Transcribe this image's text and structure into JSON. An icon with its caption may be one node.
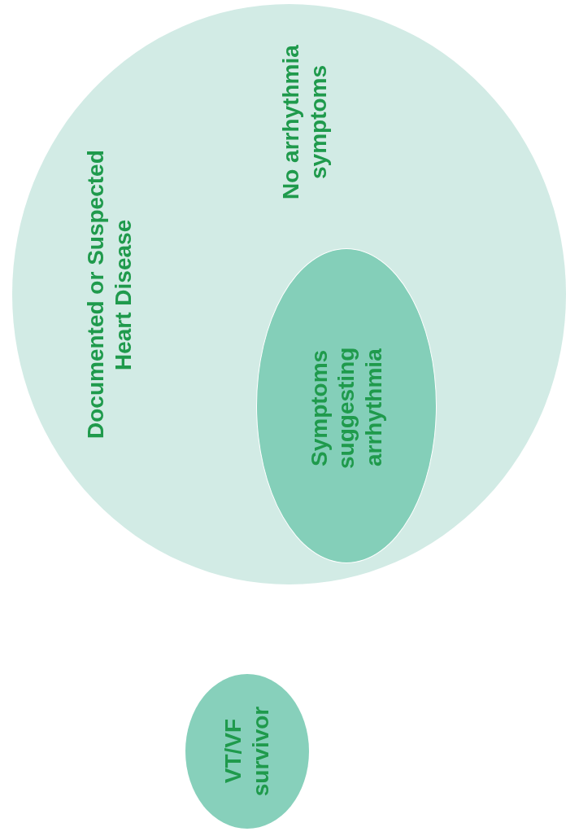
{
  "diagram": {
    "nodes": [
      {
        "text": [
          "Documented or Suspected Heart Disease",
          "No arrhythmia symptoms"
        ]
      },
      {
        "text": [
          "Symptoms suggesting arrhythmia"
        ],
        "in": 0
      },
      {
        "text": [
          "VT/VF survivor"
        ]
      }
    ]
  }
}
